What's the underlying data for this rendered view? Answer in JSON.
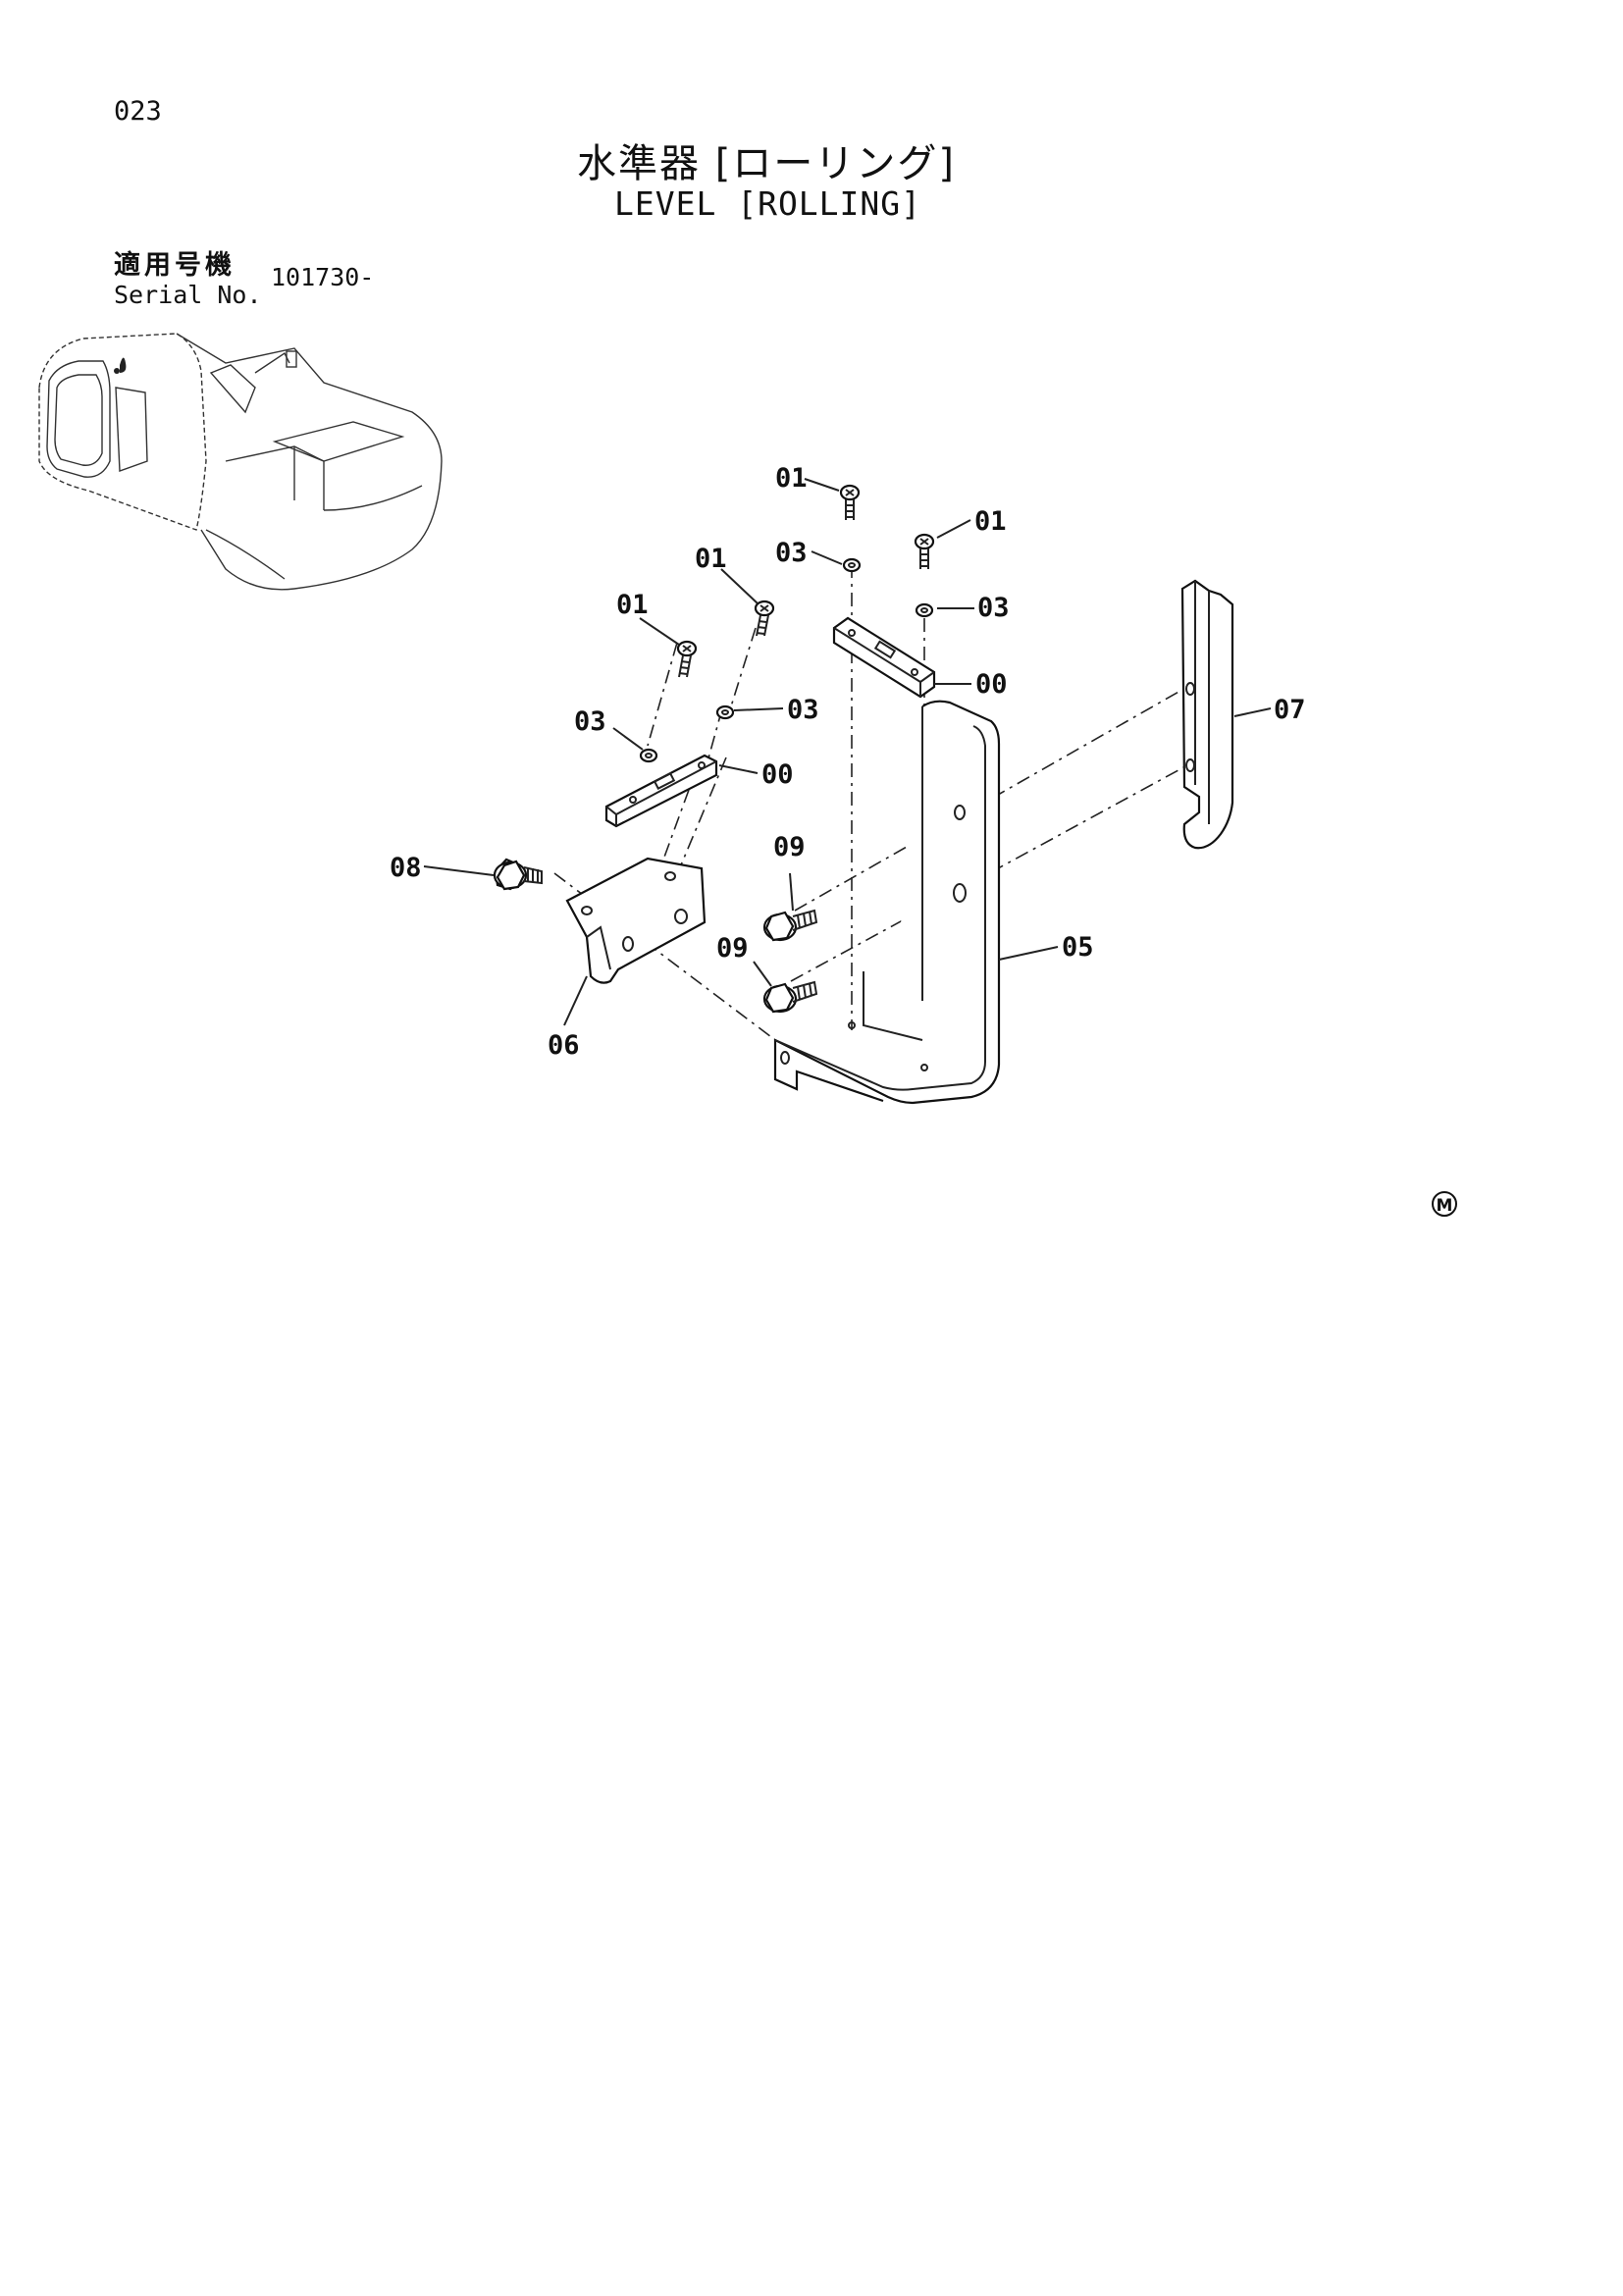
{
  "header": {
    "page_code": "023",
    "title_ja": "水準器 [ローリング]",
    "title_en": "LEVEL [ROLLING]"
  },
  "serial": {
    "label_ja": "適用号機",
    "label_en": "Serial No.",
    "value": "101730-"
  },
  "callouts": {
    "c01a": "01",
    "c01b": "01",
    "c01c": "01",
    "c01d": "01",
    "c03a": "03",
    "c03b": "03",
    "c03c": "03",
    "c03d": "03",
    "c00a": "00",
    "c00b": "00",
    "c05": "05",
    "c06": "06",
    "c07": "07",
    "c08": "08",
    "c09a": "09",
    "c09b": "09"
  },
  "mark": "M"
}
